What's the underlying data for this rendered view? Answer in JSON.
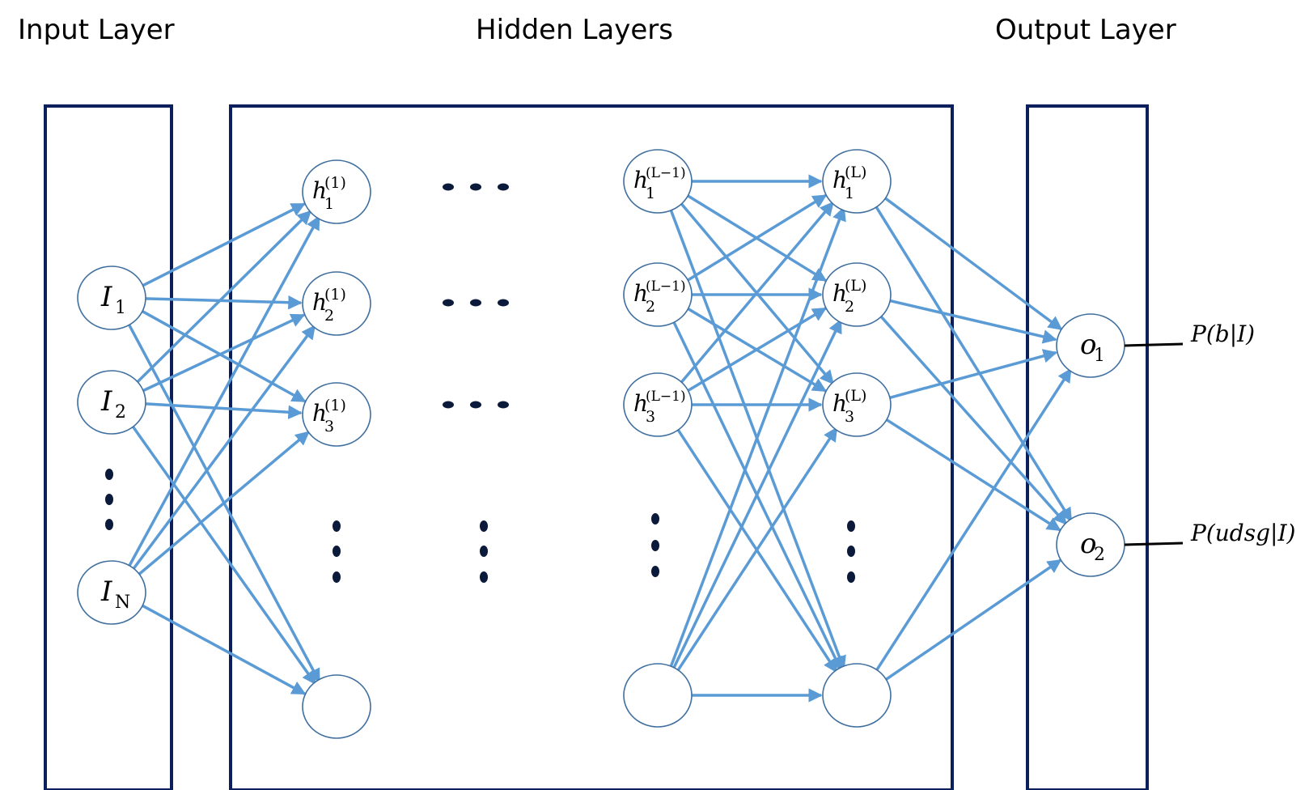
{
  "headers": {
    "input": "Input Layer",
    "hidden": "Hidden Layers",
    "output": "Output Layer"
  },
  "inputs": [
    {
      "var": "I",
      "sub": "1"
    },
    {
      "var": "I",
      "sub": "2"
    },
    {
      "var": "I",
      "sub": "N"
    }
  ],
  "hidden_first": [
    {
      "var": "h",
      "sub": "1",
      "sup": "(1)"
    },
    {
      "var": "h",
      "sub": "2",
      "sup": "(1)"
    },
    {
      "var": "h",
      "sub": "3",
      "sup": "(1)"
    },
    {
      "var": "",
      "sub": "",
      "sup": ""
    }
  ],
  "hidden_prev": [
    {
      "var": "h",
      "sub": "1",
      "sup": "(L−1)"
    },
    {
      "var": "h",
      "sub": "2",
      "sup": "(L−1)"
    },
    {
      "var": "h",
      "sub": "3",
      "sup": "(L−1)"
    },
    {
      "var": "",
      "sub": "",
      "sup": ""
    }
  ],
  "hidden_last": [
    {
      "var": "h",
      "sub": "1",
      "sup": "(L)"
    },
    {
      "var": "h",
      "sub": "2",
      "sup": "(L)"
    },
    {
      "var": "h",
      "sub": "3",
      "sup": "(L)"
    },
    {
      "var": "",
      "sub": "",
      "sup": ""
    }
  ],
  "outputs": [
    {
      "var": "o",
      "sub": "1",
      "prob": "P(b|I)"
    },
    {
      "var": "o",
      "sub": "2",
      "prob": "P(udsg|I)"
    }
  ],
  "colors": {
    "frame": "#0a1f5c",
    "edge": "#5b9bd5",
    "node_stroke": "#3f6f9f"
  }
}
